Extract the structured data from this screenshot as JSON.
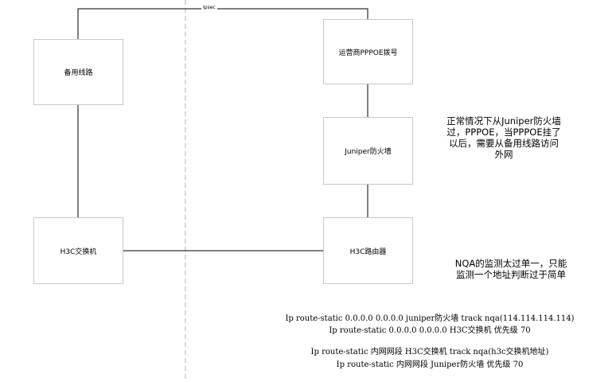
{
  "nodes": {
    "backup_line": "备用线路",
    "isp_pppoe": "运营商PPPOE拨号",
    "juniper_firewall": "Juniper防火墙",
    "h3c_switch": "H3C交换机",
    "h3c_router": "H3C路由器"
  },
  "edges": {
    "ipsec_label": "Ipsec"
  },
  "notes": {
    "normal_path": "正常情况下从Juniper防火墙过，PPPOE，当PPPOE挂了以后，需要从备用线路访问外网",
    "nqa_limitation": "NQA的监测太过单一，只能监测一个地址判断过于简单"
  },
  "commands": [
    "Ip route-static 0.0.0.0 0.0.0.0 juniper防火墙 track nqa(114.114.114.114)",
    "Ip route-static 0.0.0.0 0.0.0.0 H3C交换机 优先级 70",
    "Ip route-static 内网网段 H3C交换机 track nqa(h3c交换机地址)",
    "Ip route-static 内网网段 Juniper防火墙 优先级 70"
  ],
  "colors": {
    "line": "#000000",
    "node_border": "#c8c8c8",
    "divider": "#b0b0b0"
  }
}
